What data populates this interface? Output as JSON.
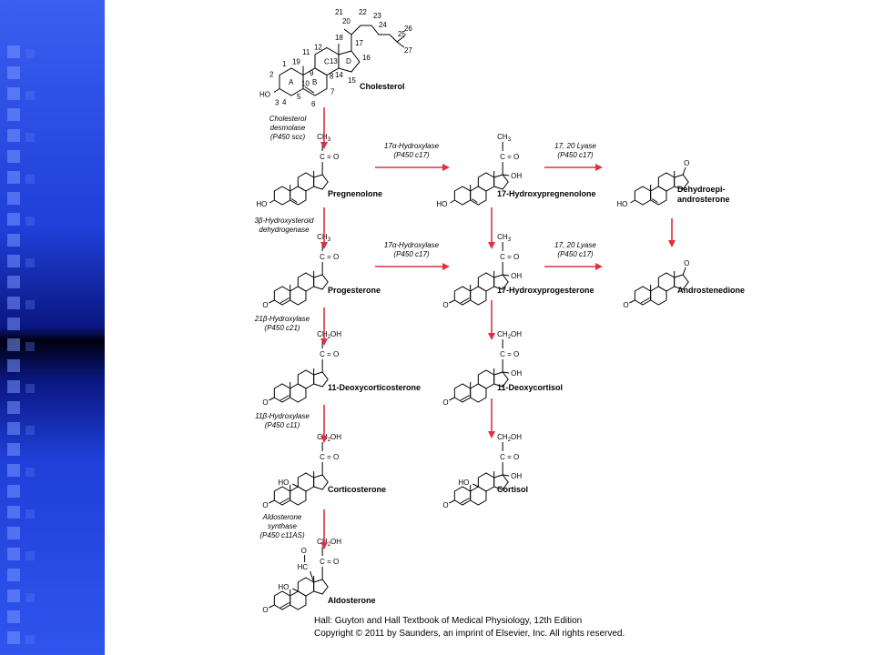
{
  "compounds": {
    "cholesterol": "Cholesterol",
    "pregnenolone": "Pregnenolone",
    "hydroxypregnenolone": "17-Hydroxypregnenolone",
    "dhea_1": "Dehydroepi-",
    "dhea_2": "androsterone",
    "progesterone": "Progesterone",
    "hydroxyprogesterone": "17-Hydroxyprogesterone",
    "androstenedione": "Androstenedione",
    "deoxycorticosterone": "11-Deoxycorticosterone",
    "deoxycortisol": "11-Deoxycortisol",
    "corticosterone": "Corticosterone",
    "cortisol": "Cortisol",
    "aldosterone": "Aldosterone"
  },
  "enzymes": {
    "desmolase": [
      "Cholesterol",
      "desmolase",
      "(P450 scc)"
    ],
    "hsd": [
      "3β-Hydroxysteroid",
      "dehydrogenase"
    ],
    "hydroxylase17_a": [
      "17α-Hydroxylase",
      "(P450 c17)"
    ],
    "hydroxylase17_b": [
      "17α-Hydroxylase",
      "(P450 c17)"
    ],
    "lyase_a": [
      "17, 20 Lyase",
      "(P450 c17)"
    ],
    "lyase_b": [
      "17, 20 Lyase",
      "(P450 c17)"
    ],
    "hydroxylase21": [
      "21β-Hydroxylase",
      "(P450 c21)"
    ],
    "hydroxylase11": [
      "11β-Hydroxylase",
      "(P450 c11)"
    ],
    "aldo_synthase": [
      "Aldosterone",
      "synthase",
      "(P450 c11AS)"
    ]
  },
  "groups": {
    "ho": "HO",
    "oxo": "O",
    "oh": "OH",
    "ch3": "CH3",
    "ch2oh": "CH2OH",
    "co": "C = O",
    "hc": "HC"
  },
  "ring_letters": [
    "A",
    "B",
    "C",
    "D"
  ],
  "carbon_numbers": [
    "1",
    "2",
    "3",
    "4",
    "5",
    "6",
    "7",
    "8",
    "9",
    "10",
    "11",
    "12",
    "13",
    "14",
    "15",
    "16",
    "17",
    "18",
    "19",
    "20",
    "21",
    "22",
    "23",
    "24",
    "25",
    "26",
    "27"
  ],
  "citation": {
    "line1": "Hall: Guyton and Hall Textbook of Medical Physiology, 12th Edition",
    "line2": "Copyright © 2011 by Saunders, an imprint of Elsevier, Inc. All rights reserved."
  },
  "colors": {
    "arrow": "#e03040",
    "band_top": "#3a5ff0",
    "band_mid": "#000010"
  }
}
